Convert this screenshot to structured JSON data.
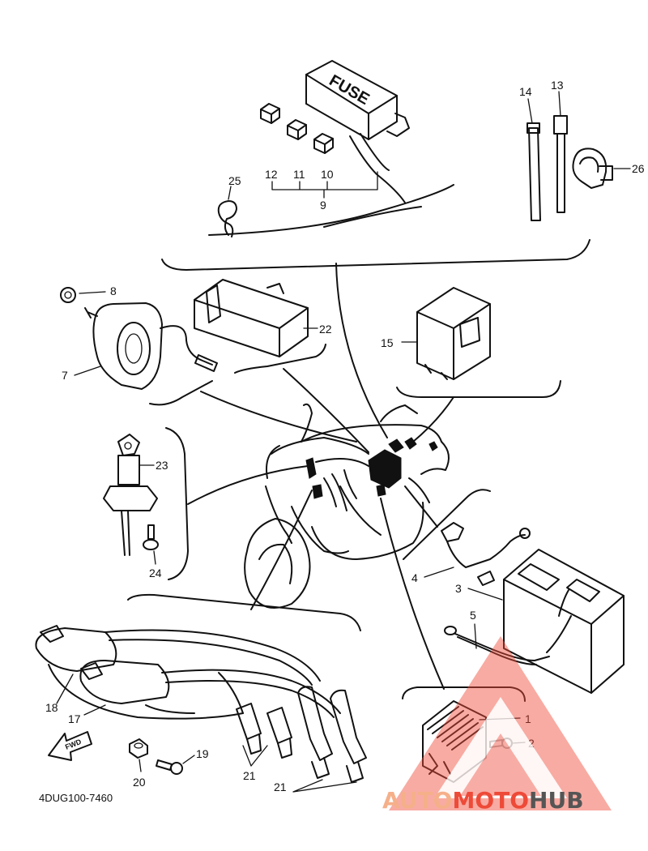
{
  "diagram_code": "4DUG100-7460",
  "fuse_box_text": "FUSE",
  "fwd_arrow_text": "FWD",
  "watermark": {
    "part1": "AUTO",
    "part2": "MOTO",
    "part3": "HUB",
    "color_light": "#f5b08a",
    "color_mid": "#ee4a38",
    "color_dark": "#555555"
  },
  "callouts": {
    "n1": "1",
    "n2": "2",
    "n3": "3",
    "n4": "4",
    "n5": "5",
    "n7": "7",
    "n8": "8",
    "n9": "9",
    "n10": "10",
    "n11": "11",
    "n12": "12",
    "n13": "13",
    "n14": "14",
    "n15": "15",
    "n17": "17",
    "n18": "18",
    "n19": "19",
    "n20": "20",
    "n21a": "21",
    "n21b": "21",
    "n22": "22",
    "n23": "23",
    "n24": "24",
    "n25": "25",
    "n26": "26"
  }
}
